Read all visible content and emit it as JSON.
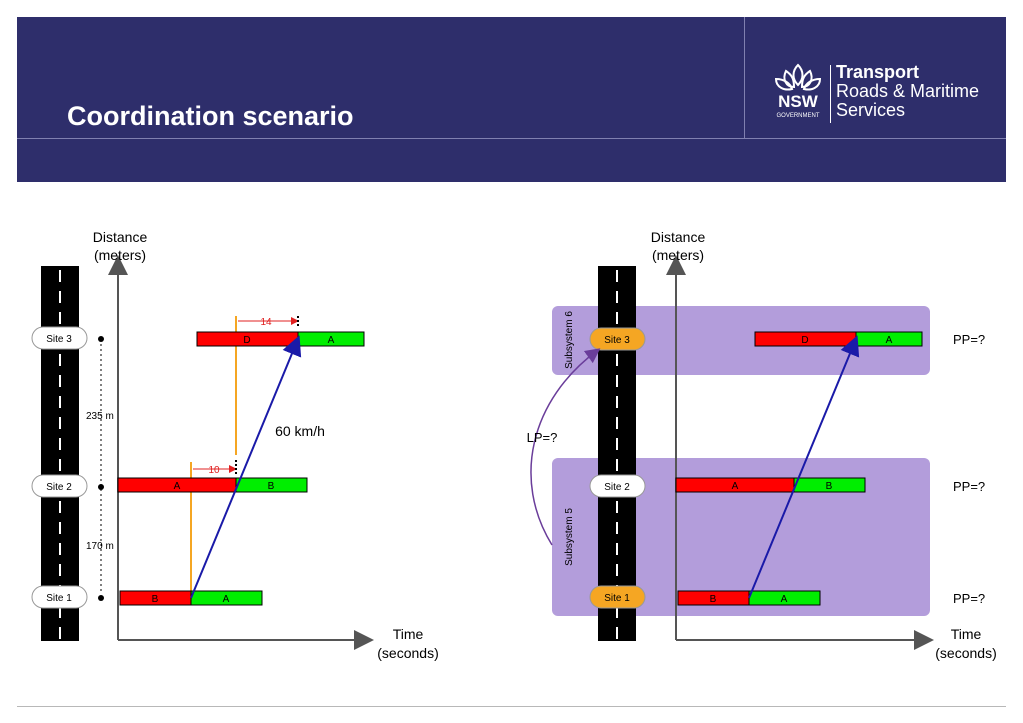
{
  "header": {
    "title": "Coordination scenario",
    "logo": {
      "mark": "NSW",
      "sub": "GOVERNMENT",
      "line1": "Transport",
      "line2": "Roads & Maritime",
      "line3": "Services"
    }
  },
  "colors": {
    "header_bg": "#2e2e6b",
    "red_phase": "#ff0000",
    "green_phase": "#00ee00",
    "orange": "#f5a623",
    "purple_region": "#b39ddb",
    "arrow_blue": "#1a1aa8"
  },
  "left": {
    "y_axis_label_1": "Distance",
    "y_axis_label_2": "(meters)",
    "x_axis_label_1": "Time",
    "x_axis_label_2": "(seconds)",
    "sites": [
      "Site 3",
      "Site 2",
      "Site 1"
    ],
    "distances": [
      "235 m",
      "170 m"
    ],
    "speed": "60 km/h",
    "offsets": [
      "14",
      "10"
    ],
    "phases": {
      "site3": [
        "D",
        "A"
      ],
      "site2": [
        "A",
        "B"
      ],
      "site1": [
        "B",
        "A"
      ]
    }
  },
  "right": {
    "y_axis_label_1": "Distance",
    "y_axis_label_2": "(meters)",
    "x_axis_label_1": "Time",
    "x_axis_label_2": "(seconds)",
    "sites": [
      "Site 3",
      "Site 2",
      "Site 1"
    ],
    "subsystems": [
      "Subsystem 6",
      "Subsystem 5"
    ],
    "lp_label": "LP=?",
    "pp_labels": [
      "PP=?",
      "PP=?",
      "PP=?"
    ],
    "phases": {
      "site3": [
        "D",
        "A"
      ],
      "site2": [
        "A",
        "B"
      ],
      "site1": [
        "B",
        "A"
      ]
    }
  }
}
